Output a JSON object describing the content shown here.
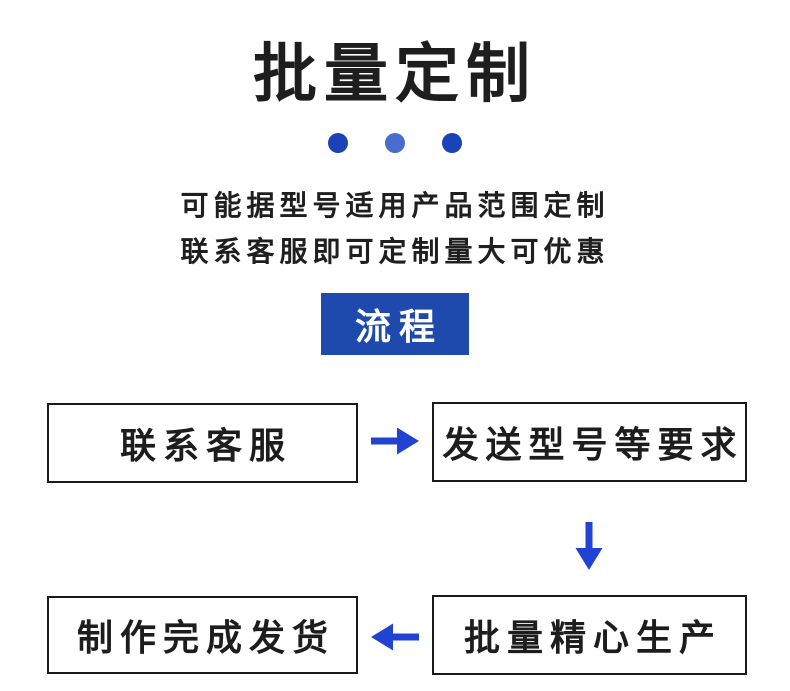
{
  "page": {
    "background": "#ffffff"
  },
  "header": {
    "title": "批量定制",
    "title_color": "#1e1e1e",
    "dot_colors": [
      "#1b43b8",
      "#4a6ccf",
      "#1b43b8"
    ],
    "subtitle_lines": [
      "可能据型号适用产品范围定制",
      "联系客服即可定制量大可优惠"
    ]
  },
  "process": {
    "badge_label": "流程",
    "badge_bg": "#1e4aad",
    "badge_text_color": "#ffffff",
    "arrow_color": "#2143d2",
    "box_border_color": "#1a1a1a",
    "steps": [
      {
        "label": "联系客服"
      },
      {
        "label": "发送型号等要求"
      },
      {
        "label": "批量精心生产"
      },
      {
        "label": "制作完成发货"
      }
    ],
    "arrows": [
      {
        "direction": "right"
      },
      {
        "direction": "down"
      },
      {
        "direction": "left"
      }
    ]
  }
}
